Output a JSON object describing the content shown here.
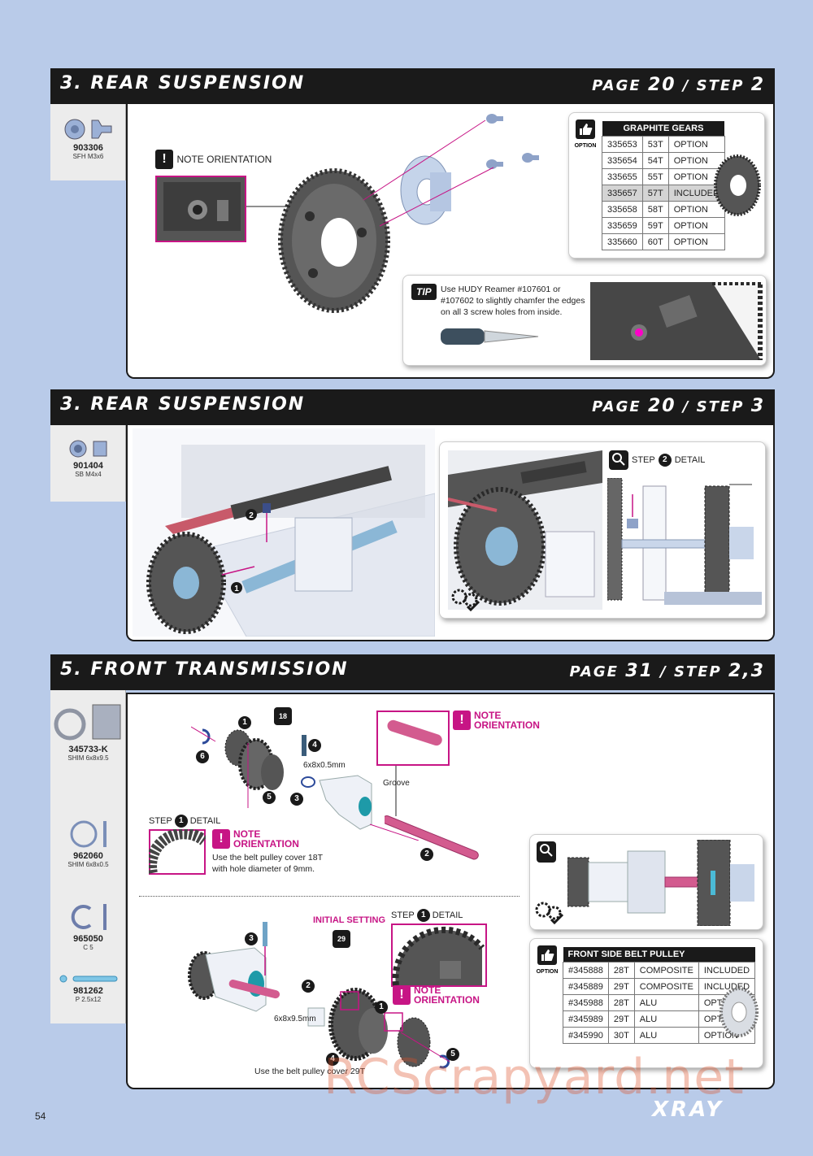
{
  "sections": [
    {
      "title": "3. REAR SUSPENSION",
      "page_label": "PAGE",
      "page_no": "20",
      "step_label": "STEP",
      "step_no": "2"
    },
    {
      "title": "3. REAR SUSPENSION",
      "page_label": "PAGE",
      "page_no": "20",
      "step_label": "STEP",
      "step_no": "3"
    },
    {
      "title": "5. FRONT TRANSMISSION",
      "page_label": "PAGE",
      "page_no": "31",
      "step_label": "STEP",
      "step_no": "2,3"
    }
  ],
  "parts": {
    "s1": [
      {
        "no": "903306",
        "desc": "SFH M3x6"
      }
    ],
    "s2": [
      {
        "no": "901404",
        "desc": "SB M4x4"
      }
    ],
    "s3": [
      {
        "no": "345733-K",
        "desc": "SHIM 6x8x9.5"
      },
      {
        "no": "962060",
        "desc": "SHIM 6x8x0.5"
      },
      {
        "no": "965050",
        "desc": "C 5"
      },
      {
        "no": "981262",
        "desc": "P 2.5x12"
      }
    ]
  },
  "s1": {
    "note_orientation": "NOTE ORIENTATION",
    "option_label": "OPTION",
    "gears_header": "GRAPHITE GEARS",
    "gears": [
      {
        "no": "335653",
        "teeth": "53T",
        "status": "OPTION"
      },
      {
        "no": "335654",
        "teeth": "54T",
        "status": "OPTION"
      },
      {
        "no": "335655",
        "teeth": "55T",
        "status": "OPTION"
      },
      {
        "no": "335657",
        "teeth": "57T",
        "status": "INCLUDED"
      },
      {
        "no": "335658",
        "teeth": "58T",
        "status": "OPTION"
      },
      {
        "no": "335659",
        "teeth": "59T",
        "status": "OPTION"
      },
      {
        "no": "335660",
        "teeth": "60T",
        "status": "OPTION"
      }
    ],
    "tip_label": "TIP",
    "tip_text": "Use HUDY Reamer #107601 or #107602 to slightly chamfer the edges on all 3 screw holes from inside."
  },
  "s2": {
    "detail_label": "DETAIL",
    "step_detail_prefix": "STEP",
    "step_detail_no": "2",
    "step_detail_suffix": "DETAIL",
    "callouts": [
      "2",
      "1"
    ]
  },
  "s3": {
    "callouts_top": [
      "1",
      "4",
      "6",
      "5",
      "3",
      "2"
    ],
    "gear_badge_top": "18",
    "shim_label": "6x8x0.5mm",
    "groove_label": "Groove",
    "note_line1": "NOTE",
    "note_line2": "ORIENTATION",
    "step1_detail_prefix": "STEP",
    "step1_detail_no": "1",
    "step1_detail_suffix": "DETAIL",
    "belt_note_top": "Use the belt pulley cover 18T with hole diameter of 9mm.",
    "initial_setting": "INITIAL SETTING",
    "gear_badge_bottom": "29",
    "callouts_bottom": [
      "3",
      "2",
      "1",
      "4",
      "5"
    ],
    "shim_label_2": "6x8x9.5mm",
    "belt_note_bottom": "Use the belt pulley cover 29T",
    "detail_label": "DETAIL",
    "option_label": "OPTION",
    "pulley_header": "FRONT SIDE BELT PULLEY",
    "pulleys": [
      {
        "no": "#345888",
        "teeth": "28T",
        "material": "COMPOSITE",
        "status": "INCLUDED"
      },
      {
        "no": "#345889",
        "teeth": "29T",
        "material": "COMPOSITE",
        "status": "INCLUDED"
      },
      {
        "no": "#345988",
        "teeth": "28T",
        "material": "ALU",
        "status": "OPTION"
      },
      {
        "no": "#345989",
        "teeth": "29T",
        "material": "ALU",
        "status": "OPTION"
      },
      {
        "no": "#345990",
        "teeth": "30T",
        "material": "ALU",
        "status": "OPTION"
      }
    ]
  },
  "footer": {
    "page_number": "54",
    "brand": "XRAY",
    "watermark": "RCScrapyard.net"
  },
  "colors": {
    "background": "#b9cbe9",
    "accent": "#c71585",
    "header": "#1a1a1a"
  }
}
